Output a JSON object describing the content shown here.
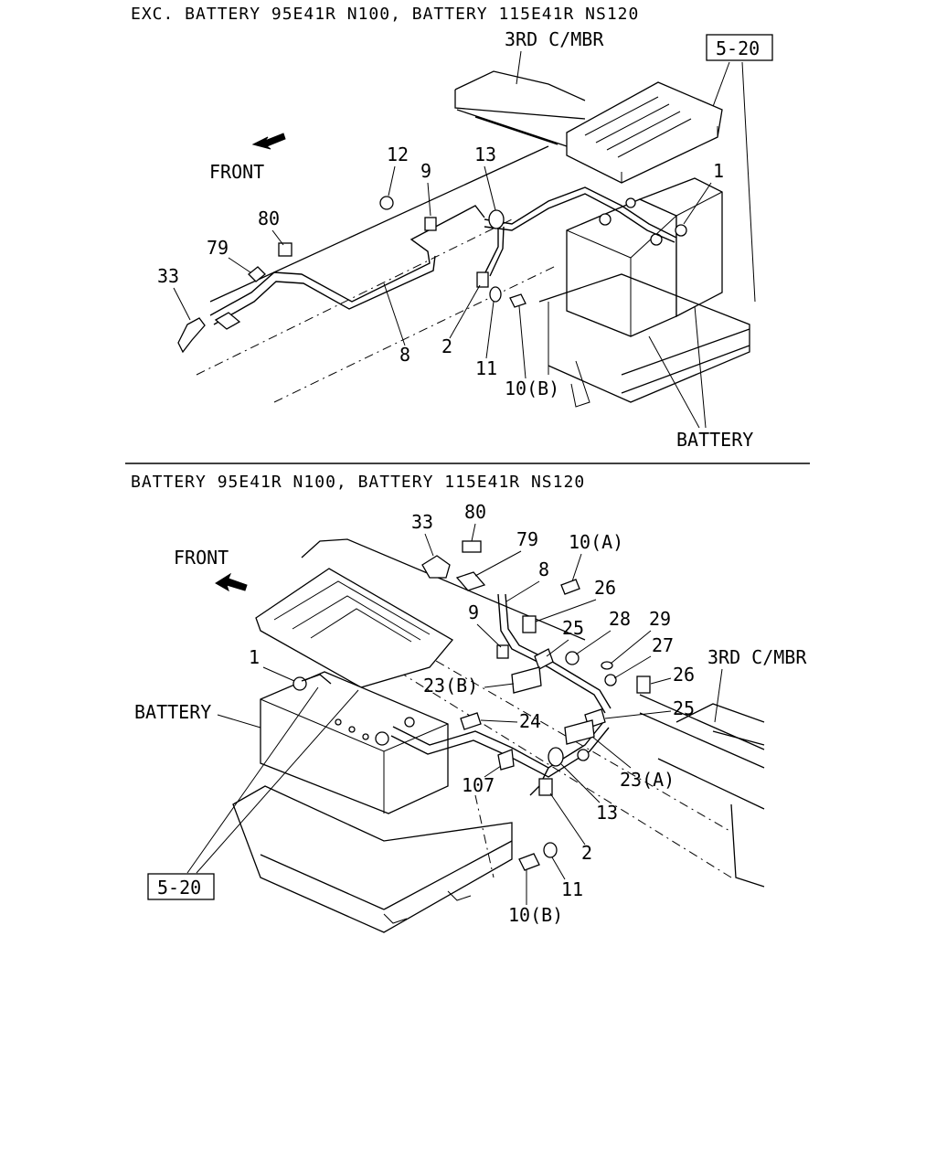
{
  "top_section": {
    "header": "EXC. BATTERY 95E41R N100, BATTERY 115E41R NS120",
    "front_label": "FRONT",
    "member_label": "3RD C/MBR",
    "battery_label": "BATTERY",
    "ref_box": "5-20",
    "callouts": {
      "c1": "1",
      "c2": "2",
      "c8": "8",
      "c9": "9",
      "c10b": "10(B)",
      "c11": "11",
      "c12": "12",
      "c13": "13",
      "c33": "33",
      "c79": "79",
      "c80": "80"
    }
  },
  "bottom_section": {
    "header": "BATTERY 95E41R N100, BATTERY 115E41R NS120",
    "front_label": "FRONT",
    "member_label": "3RD C/MBR",
    "battery_label": "BATTERY",
    "ref_box": "5-20",
    "callouts": {
      "c33": "33",
      "c80": "80",
      "c79": "79",
      "c10a": "10(A)",
      "c8": "8",
      "c26a": "26",
      "c9": "9",
      "c25a": "25",
      "c28": "28",
      "c29": "29",
      "c27": "27",
      "c26b": "26",
      "c1": "1",
      "c23b": "23(B)",
      "c24": "24",
      "c25b": "25",
      "c23a": "23(A)",
      "c107": "107",
      "c13": "13",
      "c2": "2",
      "c11": "11",
      "c10b": "10(B)"
    }
  }
}
